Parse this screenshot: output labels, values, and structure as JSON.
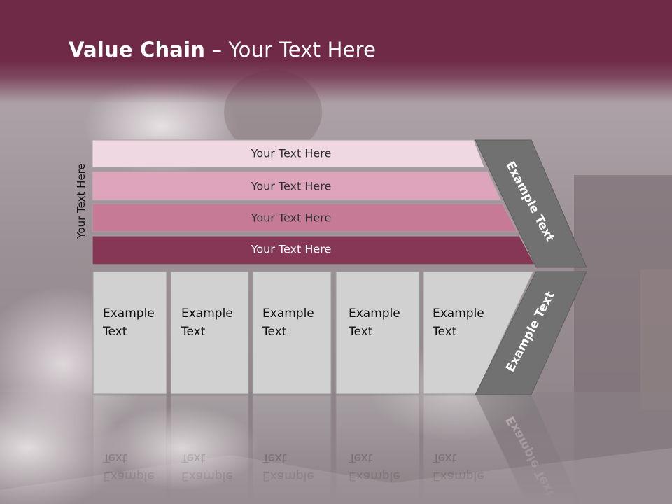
{
  "title": {
    "bold": "Value Chain",
    "rest": " – Your Text Here"
  },
  "side_label": "Your Text Here",
  "bands": [
    {
      "label": "Your Text Here",
      "fill": "#f0d8e3",
      "text_color": "#333333"
    },
    {
      "label": "Your Text Here",
      "fill": "#dea4bb",
      "text_color": "#333333"
    },
    {
      "label": "Your Text Here",
      "fill": "#c67a96",
      "text_color": "#333333"
    },
    {
      "label": "Your Text Here",
      "fill": "#853755",
      "text_color": "#ffffff"
    }
  ],
  "boxes": [
    {
      "line1": "Example",
      "line2": "Text"
    },
    {
      "line1": "Example",
      "line2": "Text"
    },
    {
      "line1": "Example",
      "line2": "Text"
    },
    {
      "line1": "Example",
      "line2": "Text"
    },
    {
      "line1": "Example",
      "line2": "Text"
    }
  ],
  "chevron": {
    "upper": "Example Text",
    "lower": "Example Text",
    "fill": "#717171"
  },
  "colors": {
    "title_bar": "#6e2a47",
    "box_fill": "#d1d1d1",
    "box_stroke": "#9c9c9c"
  }
}
